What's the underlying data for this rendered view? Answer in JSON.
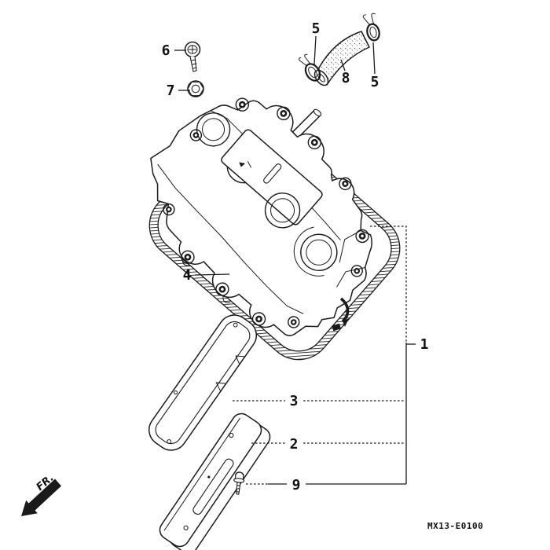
{
  "diagram": {
    "code": "MX13-E0100",
    "orientation_label": "FR.",
    "callouts": {
      "n1": "1",
      "n2": "2",
      "n3": "3",
      "n4": "4",
      "n5a": "5",
      "n5b": "5",
      "n6": "6",
      "n7": "7",
      "n8": "8",
      "n9": "9"
    }
  },
  "colors": {
    "ink": "#1a1a1a",
    "paper": "#ffffff"
  }
}
